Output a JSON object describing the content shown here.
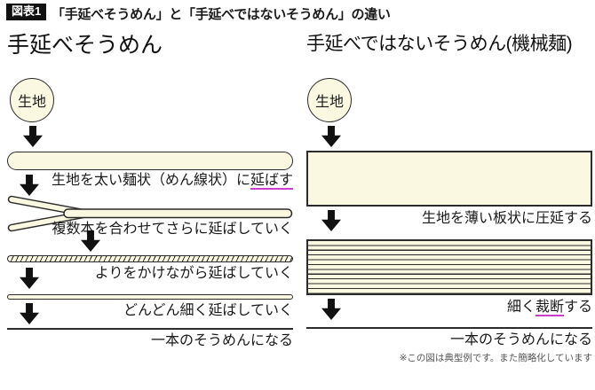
{
  "header": {
    "badge": "図表1",
    "title": "「手延べそうめん」と「手延べではないそうめん」の違い"
  },
  "columns": {
    "left": {
      "heading": "手延べそうめん",
      "start": "生地",
      "captions": [
        {
          "pre": "生地を太い麺状（めん線状）に",
          "mark": "延ばす",
          "post": ""
        },
        {
          "pre": "複数本を合わせてさらに延ばしていく",
          "mark": "",
          "post": ""
        },
        {
          "pre": "よりをかけながら延ばしていく",
          "mark": "",
          "post": ""
        },
        {
          "pre": "どんどん細く延ばしていく",
          "mark": "",
          "post": ""
        },
        {
          "pre": "一本のそうめんになる",
          "mark": "",
          "post": ""
        }
      ]
    },
    "right": {
      "heading": "手延べではないそうめん(機械麺)",
      "start": "生地",
      "captions": [
        {
          "pre": "生地を薄い板状に圧延する",
          "mark": "",
          "post": ""
        },
        {
          "pre": "細く",
          "mark": "裁断",
          "post": "する"
        },
        {
          "pre": "一本のそうめんになる",
          "mark": "",
          "post": ""
        }
      ]
    }
  },
  "footnote": "※この図は典型例です。また簡略化しています",
  "colors": {
    "noodle_fill": "#FAF8E1",
    "outline": "#2B2B2B",
    "underline_accent": "#CC3ECC",
    "arrow": "#111111",
    "badge_bg": "#111111"
  }
}
